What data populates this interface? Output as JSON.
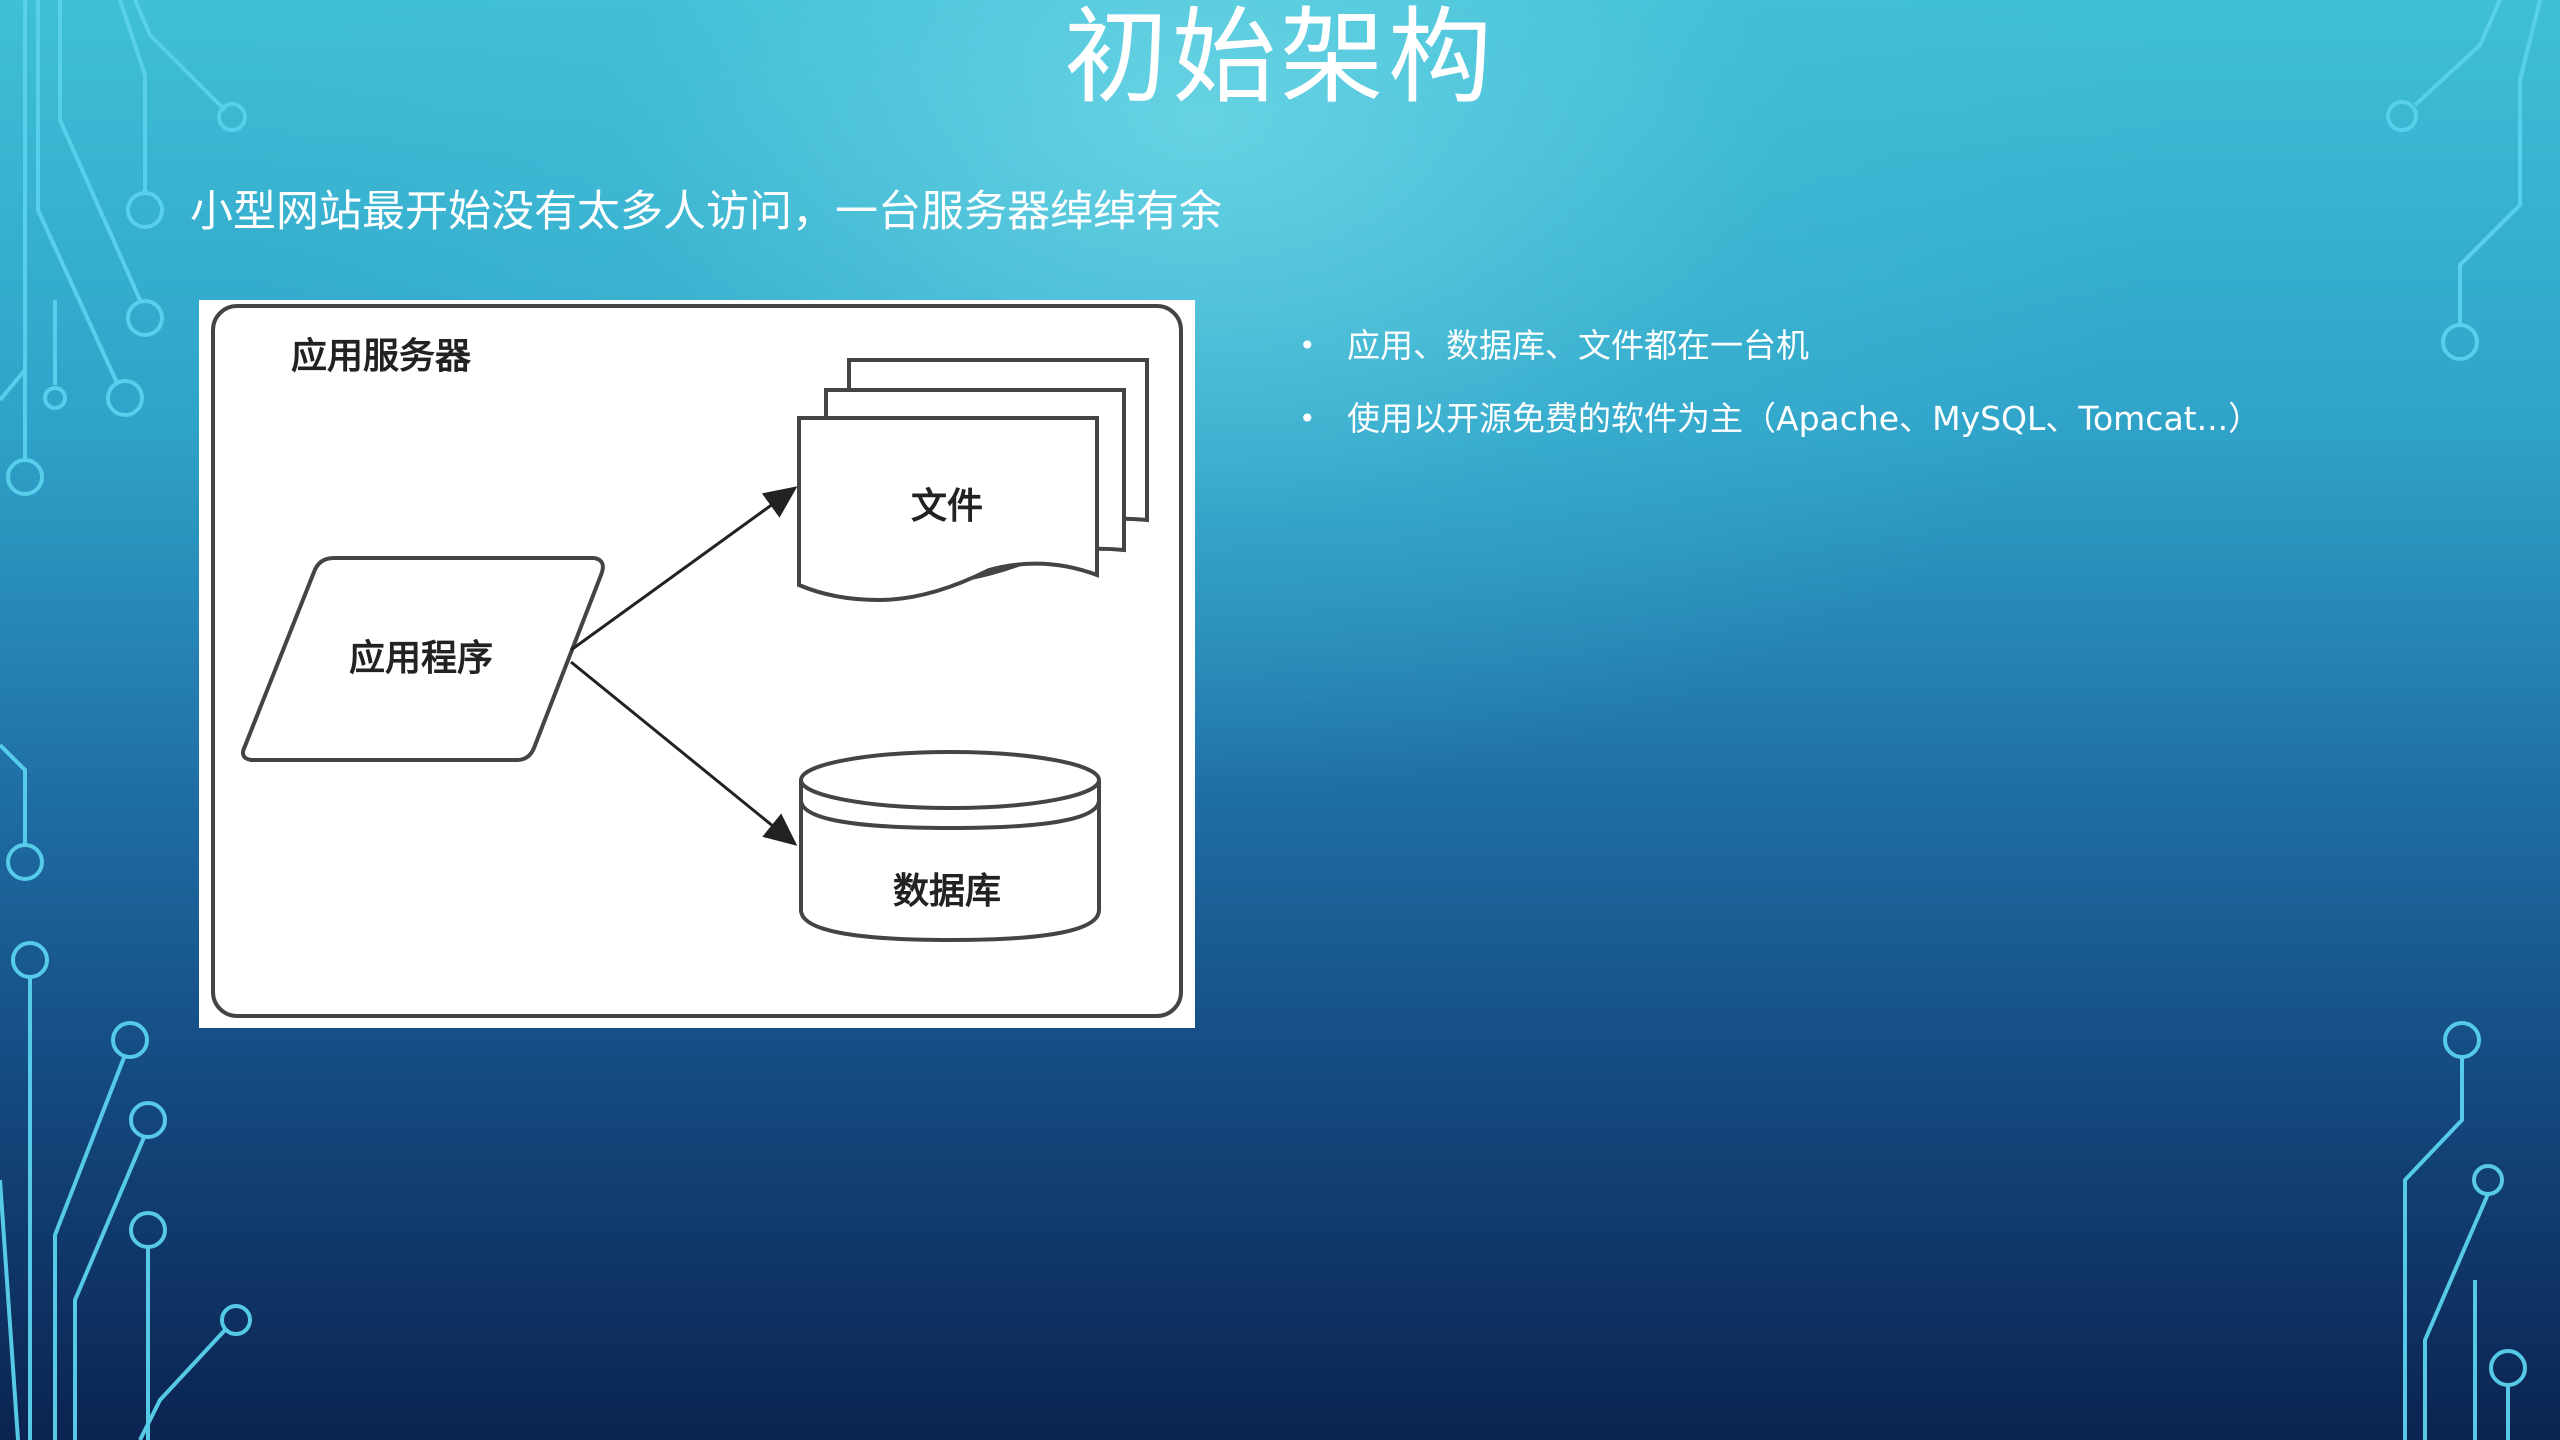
{
  "slide": {
    "title": "初始架构",
    "subtitle": "小型网站最开始没有太多人访问，一台服务器绰绰有余",
    "bullets": [
      "应用、数据库、文件都在一台机",
      "使用以开源免费的软件为主（Apache、MySQL、Tomcat...）"
    ]
  },
  "diagram": {
    "container_label": "应用服务器",
    "app_label": "应用程序",
    "file_label": "文件",
    "db_label": "数据库"
  },
  "colors": {
    "title_text": "#ffffff",
    "circuit": "#5ad2ee",
    "diagram_stroke": "#444444"
  }
}
